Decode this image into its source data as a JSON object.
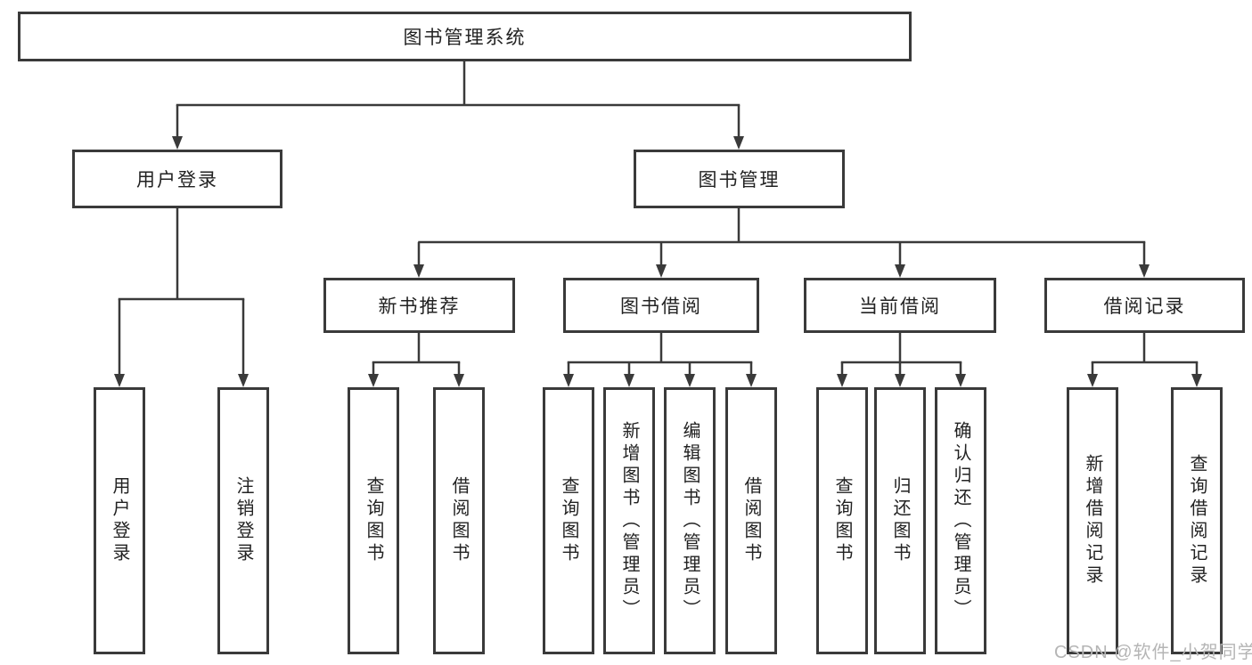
{
  "diagram": {
    "root": "图书管理系统",
    "level2": {
      "user_login": "用户登录",
      "book_mgmt": "图书管理"
    },
    "level3": {
      "new_books": "新书推荐",
      "book_borrow": "图书借阅",
      "current_borrow": "当前借阅",
      "borrow_records": "借阅记录"
    },
    "leaves": {
      "user_login": [
        "用户登录",
        "注销登录"
      ],
      "new_books": [
        "查询图书",
        "借阅图书"
      ],
      "book_borrow": [
        "查询图书",
        "新增图书（管理员）",
        "编辑图书（管理员）",
        "借阅图书"
      ],
      "current_borrow": [
        "查询图书",
        "归还图书",
        "确认归还（管理员）"
      ],
      "borrow_records": [
        "新增借阅记录",
        "查询借阅记录"
      ]
    }
  },
  "watermark": "CSDN @软件_小贺同学",
  "colors": {
    "line": "#3a3a3a",
    "text": "#222222",
    "background": "#ffffff",
    "watermark": "#b5b5b5"
  }
}
